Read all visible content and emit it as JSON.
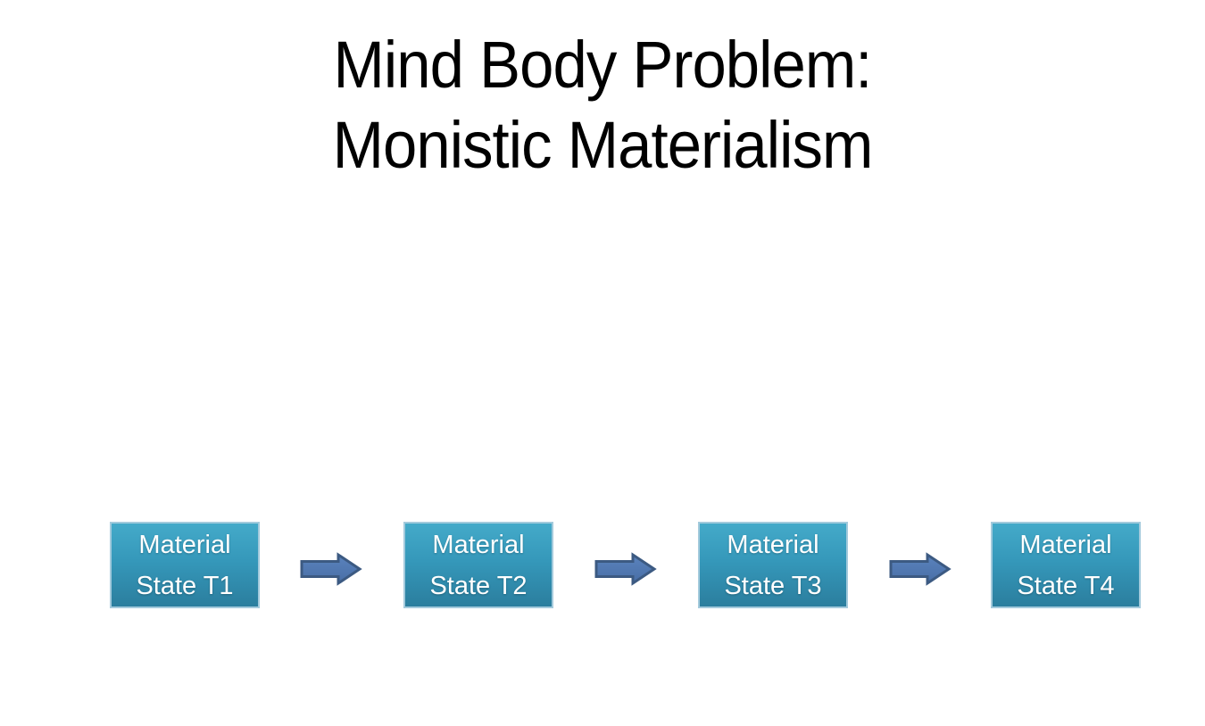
{
  "slide": {
    "title": {
      "line1": "Mind Body Problem:",
      "line2": "Monistic Materialism"
    },
    "flow": {
      "nodes": [
        {
          "label_line1": "Material",
          "label_line2": "State T1"
        },
        {
          "label_line1": "Material",
          "label_line2": "State T2"
        },
        {
          "label_line1": "Material",
          "label_line2": "State T3"
        },
        {
          "label_line1": "Material",
          "label_line2": "State T4"
        }
      ],
      "arrow_icon": "right-block-arrow"
    },
    "colors": {
      "background": "#ffffff",
      "title_text": "#000000",
      "node_fill_top": "#44aac9",
      "node_fill_mid": "#3598ba",
      "node_fill_bottom": "#2b7e9e",
      "node_border": "#a3cadc",
      "node_text": "#ffffff",
      "arrow_fill_top": "#5b83bd",
      "arrow_fill_bottom": "#486ea6",
      "arrow_border": "#3c5a82"
    }
  }
}
